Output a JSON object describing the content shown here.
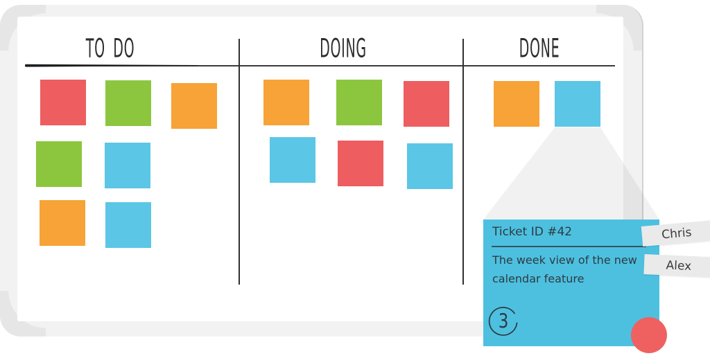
{
  "palette": {
    "red": "#ee5d60",
    "green": "#8cc63e",
    "orange": "#f7a337",
    "blue": "#5bc6e6",
    "card_blue": "#4dc0e0",
    "badge_red": "#ef6161",
    "tag_gray": "#eaeaea",
    "ink": "#2f2f2f",
    "card_ink": "#2e3b41"
  },
  "board": {
    "columns": [
      {
        "label": "TO DO",
        "notes": [
          {
            "color": "red"
          },
          {
            "color": "green"
          },
          {
            "color": "orange"
          },
          {
            "color": "green"
          },
          {
            "color": "blue"
          },
          {
            "color": "orange"
          },
          {
            "color": "blue"
          }
        ]
      },
      {
        "label": "DOING",
        "notes": [
          {
            "color": "orange"
          },
          {
            "color": "green"
          },
          {
            "color": "red"
          },
          {
            "color": "blue"
          },
          {
            "color": "red"
          },
          {
            "color": "blue"
          }
        ]
      },
      {
        "label": "DONE",
        "notes": [
          {
            "color": "orange"
          },
          {
            "color": "blue"
          }
        ]
      }
    ]
  },
  "detail_card": {
    "title": "Ticket ID #42",
    "description": "The week view of the new calendar feature",
    "points": "3",
    "assignees": [
      {
        "name": "Chris"
      },
      {
        "name": "Alex"
      }
    ]
  }
}
